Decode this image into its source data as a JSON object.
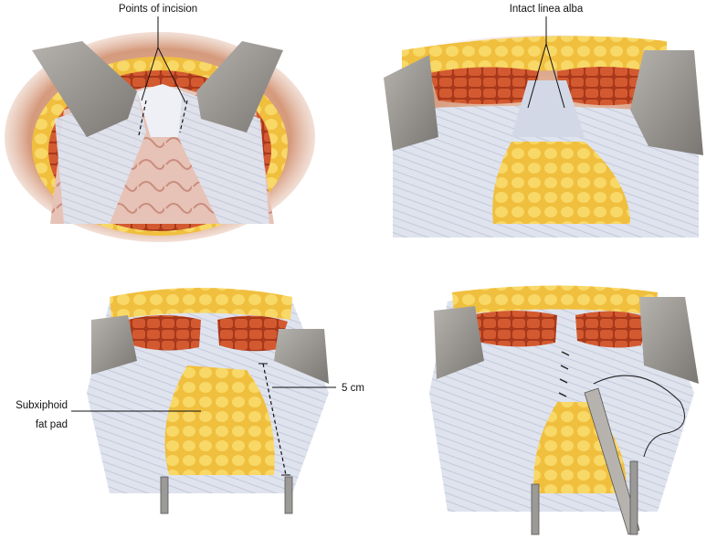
{
  "labels": {
    "points_of_incision": "Points of incision",
    "intact_linea_alba": "Intact linea alba",
    "measure": "5 cm",
    "fat_pad_line1": "Subxiphoid",
    "fat_pad_line2": "fat pad"
  },
  "colors": {
    "skin": "#c98b6e",
    "fat": "#f3c84a",
    "muscle": "#c9502a",
    "fascia": "#d9dde8",
    "retractor": "#8e8b88",
    "bowel": "#d9a79a"
  }
}
